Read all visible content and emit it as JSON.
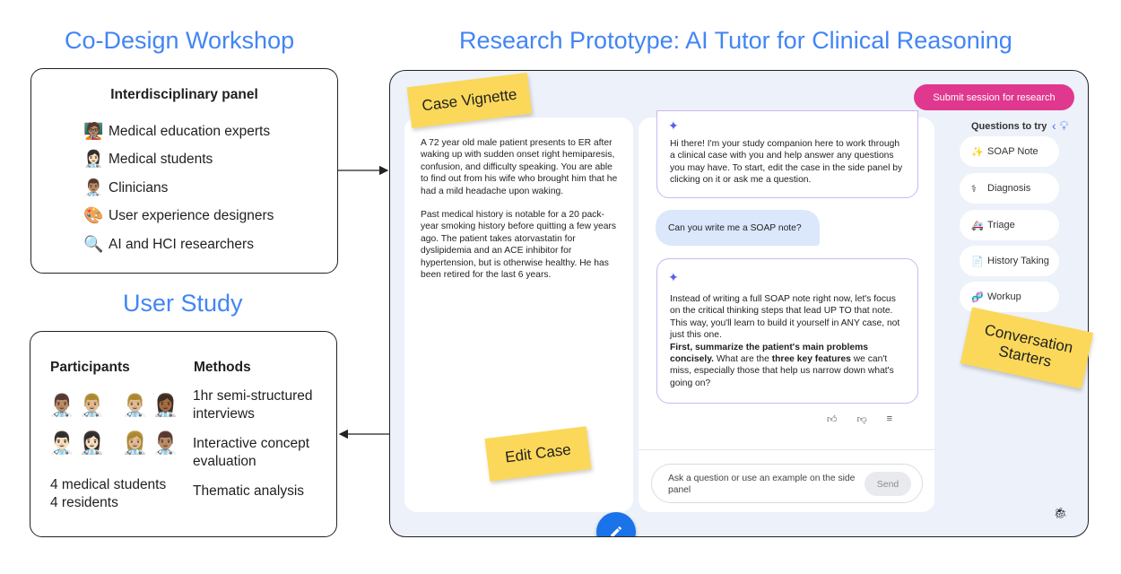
{
  "headings": {
    "codesign": "Co-Design Workshop",
    "prototype": "Research Prototype: AI Tutor for Clinical Reasoning",
    "user_study": "User Study"
  },
  "panel": {
    "title": "Interdisciplinary panel",
    "members": [
      {
        "icon": "🧑🏽‍🏫",
        "icon_name": "teacher-icon",
        "label": "Medical education experts"
      },
      {
        "icon": "👩🏻‍⚕️",
        "icon_name": "health-worker-icon",
        "label": "Medical students"
      },
      {
        "icon": "👨🏽‍⚕️",
        "icon_name": "doctor-icon",
        "label": "Clinicians"
      },
      {
        "icon": "🎨",
        "icon_name": "palette-icon",
        "label": "User experience designers"
      },
      {
        "icon": "🔍",
        "icon_name": "magnifier-icon",
        "label": "AI and HCI researchers"
      }
    ]
  },
  "study": {
    "participants_label": "Participants",
    "methods_label": "Methods",
    "avatars_row1": [
      "👨🏽‍⚕️",
      "👨🏼‍⚕️",
      "👨🏼‍⚕️",
      "👩🏾‍⚕️"
    ],
    "avatars_row2": [
      "👨🏻‍⚕️",
      "👩🏻‍⚕️",
      "👩🏼‍⚕️",
      "👨🏽‍⚕️"
    ],
    "count_students": "4 medical students",
    "count_residents": "4 residents",
    "methods": [
      [
        "1hr semi-structured",
        "interviews"
      ],
      [
        "Interactive concept",
        "evaluation"
      ],
      [
        "Thematic analysis"
      ]
    ]
  },
  "prototype": {
    "submit_button": "Submit session for research",
    "case_paragraph1": "A 72 year old male patient presents to ER after waking up with sudden onset right hemiparesis, confusion, and difficulty speaking. You are able to find out from his wife who brought him that he had a mild headache upon waking.",
    "case_paragraph2": "Past medical history is notable for a 20 pack-year smoking history before quitting a few years ago. The patient takes atorvastatin for dyslipidemia and an ACE inhibitor for hypertension, but is otherwise healthy. He has been retired for the last 6 years.",
    "ai_message1": "Hi there! I'm your study companion here to work through a clinical case with you and help answer any questions you may have. To start, edit the case in the side panel by clicking on it or ask me a question.",
    "user_message": "Can you write me a SOAP note?",
    "ai_message2_intro": "Instead of writing a full SOAP note right now, let's focus on the critical thinking steps that lead UP TO that note. This way, you'll learn to build it yourself in ANY case, not just this one.",
    "ai_message2_bold1": "First, summarize the patient's main problems concisely.",
    "ai_message2_mid": " What are the ",
    "ai_message2_bold2": "three key features",
    "ai_message2_end": " we can't miss, especially those that help us narrow down what's going on?",
    "input_placeholder": "Ask a question or use an example on the side panel",
    "send_button": "Send",
    "questions_title": "Questions to try",
    "chips": [
      {
        "icon": "✨",
        "icon_name": "sparkles-icon",
        "label": "SOAP Note"
      },
      {
        "icon": "⚕",
        "icon_name": "staff-icon",
        "label": "Diagnosis"
      },
      {
        "icon": "🚑",
        "icon_name": "ambulance-icon",
        "label": "Triage"
      },
      {
        "icon": "📄",
        "icon_name": "page-icon",
        "label": "History Taking"
      },
      {
        "icon": "🧬",
        "icon_name": "dna-icon",
        "label": "Workup"
      }
    ]
  },
  "stickies": {
    "case_vignette": "Case Vignette",
    "edit_case": "Edit Case",
    "conversation_starters_line1": "Conversation",
    "conversation_starters_line2": "Starters"
  },
  "colors": {
    "heading_blue": "#4285f4",
    "sticky_yellow": "#fbd85a",
    "submit_pink": "#e0388e",
    "fab_blue": "#1a73e8",
    "ai_border_purple": "#c8b7f2",
    "user_bubble_blue": "#dbe7fb",
    "frame_bg": "#edf1fa"
  }
}
